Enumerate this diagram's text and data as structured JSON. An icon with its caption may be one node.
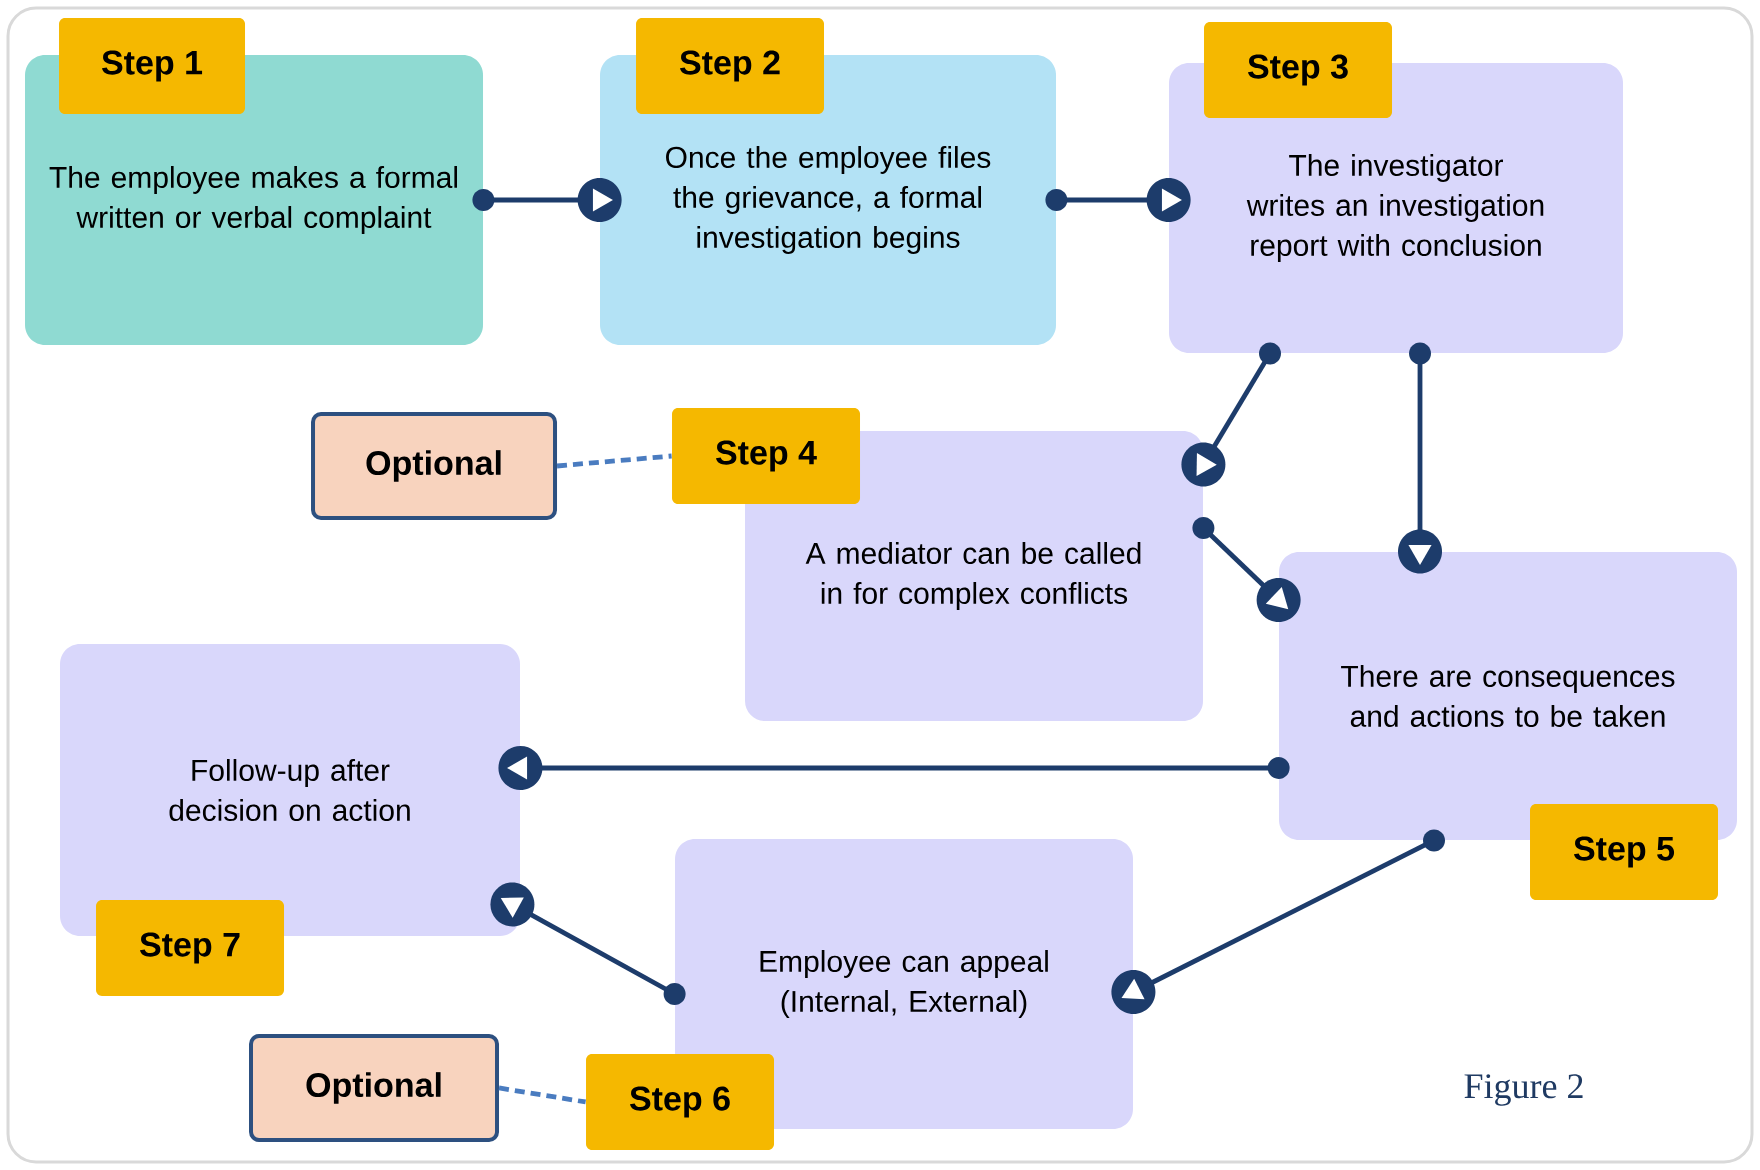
{
  "diagram": {
    "caption": "Figure 2",
    "nodes": [
      {
        "text": [
          "The employee makes a formal written or verbal complaint"
        ]
      },
      {
        "text": [
          "Step 1"
        ]
      },
      {
        "text": [
          "Once the employee files the grievance, a formal investigation begins"
        ]
      },
      {
        "text": [
          "Step 2"
        ]
      },
      {
        "text": [
          "The investigator writes an investigation report with conclusion"
        ]
      },
      {
        "text": [
          "Step 3"
        ]
      },
      {
        "text": [
          "Optional"
        ]
      },
      {
        "text": [
          "Step 4"
        ]
      },
      {
        "text": [
          "A mediator can be called in for complex conflicts"
        ]
      },
      {
        "text": [
          "There are consequences and actions to be taken"
        ]
      },
      {
        "text": [
          "Step 5"
        ]
      },
      {
        "text": [
          "Follow-up after decision on action"
        ]
      },
      {
        "text": [
          "Step 7"
        ]
      },
      {
        "text": [
          "Employee can appeal (Internal, External)"
        ]
      },
      {
        "text": [
          "Optional"
        ]
      },
      {
        "text": [
          "Step 6"
        ]
      }
    ],
    "edges": [
      {
        "from": 0,
        "to": 2,
        "arrow": "to"
      },
      {
        "from": 2,
        "to": 4,
        "arrow": "to"
      },
      {
        "from": 4,
        "to": 8,
        "arrow": "to"
      },
      {
        "from": 4,
        "to": 9,
        "arrow": "to"
      },
      {
        "from": 8,
        "to": 9,
        "arrow": "to"
      },
      {
        "from": 9,
        "to": 11,
        "arrow": "to"
      },
      {
        "from": 9,
        "to": 13,
        "arrow": "to"
      },
      {
        "from": 13,
        "to": 11,
        "arrow": "to"
      },
      {
        "from": 6,
        "to": 7,
        "arrow": "none",
        "style": "dashed",
        "color": "#4a7cc0"
      },
      {
        "from": 14,
        "to": 15,
        "arrow": "none",
        "style": "dashed",
        "color": "#4a7cc0"
      }
    ]
  }
}
